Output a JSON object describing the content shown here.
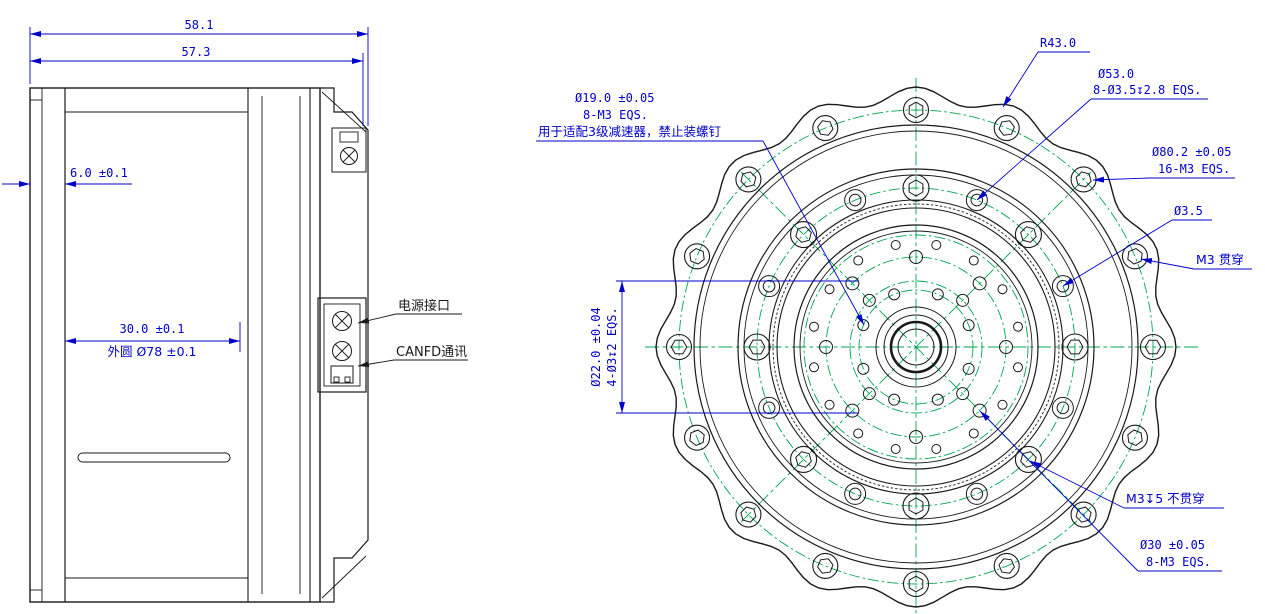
{
  "colors": {
    "ink": "#1a1a1a",
    "dim": "#0000c8",
    "center": "#00a651",
    "teeth": "#333333",
    "background": "#ffffff"
  },
  "side_view": {
    "dim_58_1": "58.1",
    "dim_57_3": "57.3",
    "dim_6": "6.0 ±0.1",
    "dim_30": "30.0 ±0.1",
    "dim_od": "外圆 Ø78 ±0.1",
    "label_power": "电源接口",
    "label_canfd": "CANFD通讯"
  },
  "front_view": {
    "r43": "R43.0",
    "d53_1": "Ø53.0",
    "d53_2": "8-Ø3.5↧2.8 EQS.",
    "d19_1": "Ø19.0 ±0.05",
    "d19_2": "8-M3 EQS.",
    "d19_note": "用于适配3级减速器，禁止装螺钉",
    "d80_1": "Ø80.2 ±0.05",
    "d80_2": "16-M3 EQS.",
    "d3_5": "Ø3.5",
    "m3_thru": "M3 贯穿",
    "d22_1": "Ø22.0 ±0.04",
    "d22_2": "4-Ø3↧2 EQS.",
    "m3_blind": "M3↧5 不贯穿",
    "d30_1": "Ø30 ±0.05",
    "d30_2": "8-M3 EQS."
  }
}
